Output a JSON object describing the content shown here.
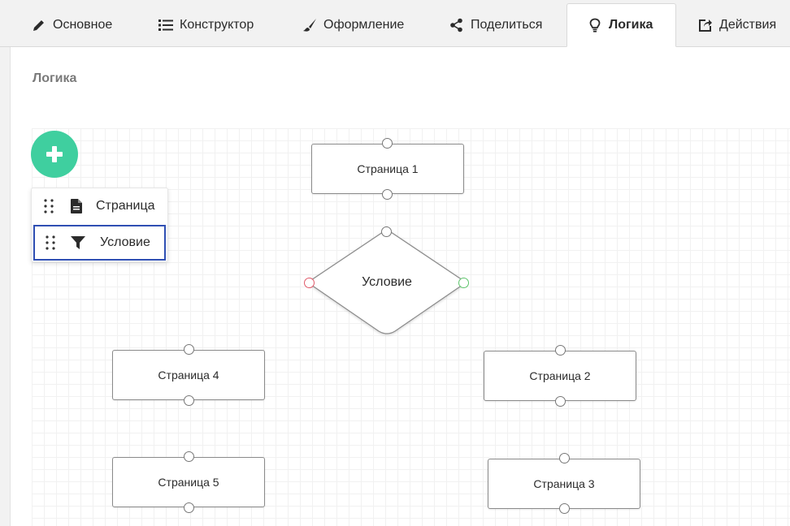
{
  "tabs": [
    {
      "label": "Основное",
      "icon": "pencil-icon"
    },
    {
      "label": "Конструктор",
      "icon": "list-icon"
    },
    {
      "label": "Оформление",
      "icon": "brush-icon"
    },
    {
      "label": "Поделиться",
      "icon": "share-icon"
    },
    {
      "label": "Логика",
      "icon": "lightbulb-icon",
      "active": true
    },
    {
      "label": "Действия",
      "icon": "external-share-icon"
    }
  ],
  "panel": {
    "title": "Логика"
  },
  "add_menu": {
    "items": [
      {
        "label": "Страница",
        "icon": "document-icon"
      },
      {
        "label": "Условие",
        "icon": "filter-icon",
        "selected": true
      }
    ]
  },
  "nodes": {
    "page1": "Страница 1",
    "condition": "Условие",
    "page2": "Страница 2",
    "page3": "Страница 3",
    "page4": "Страница 4",
    "page5": "Страница 5"
  },
  "colors": {
    "accent": "#3fcf9f",
    "selection": "#2f4fb3",
    "port_false": "#e05a6a",
    "port_true": "#5cc46a"
  }
}
